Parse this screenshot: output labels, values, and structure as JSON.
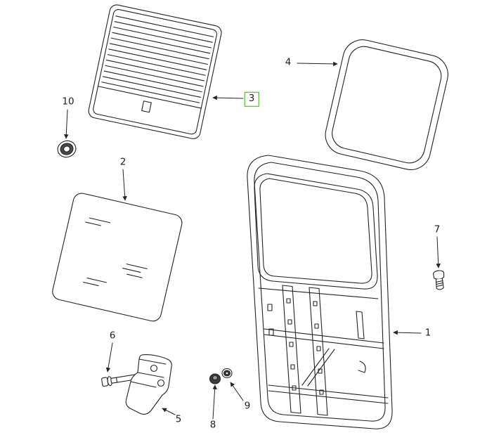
{
  "diagram": {
    "callouts": [
      {
        "label": "1"
      },
      {
        "label": "2"
      },
      {
        "label": "3"
      },
      {
        "label": "4"
      },
      {
        "label": "5"
      },
      {
        "label": "6"
      },
      {
        "label": "7"
      },
      {
        "label": "8"
      },
      {
        "label": "9"
      },
      {
        "label": "10"
      }
    ],
    "highlight": {
      "label": "3",
      "box_color": "#2db800"
    },
    "colors": {
      "line": "#232323",
      "background": "#ffffff"
    }
  }
}
